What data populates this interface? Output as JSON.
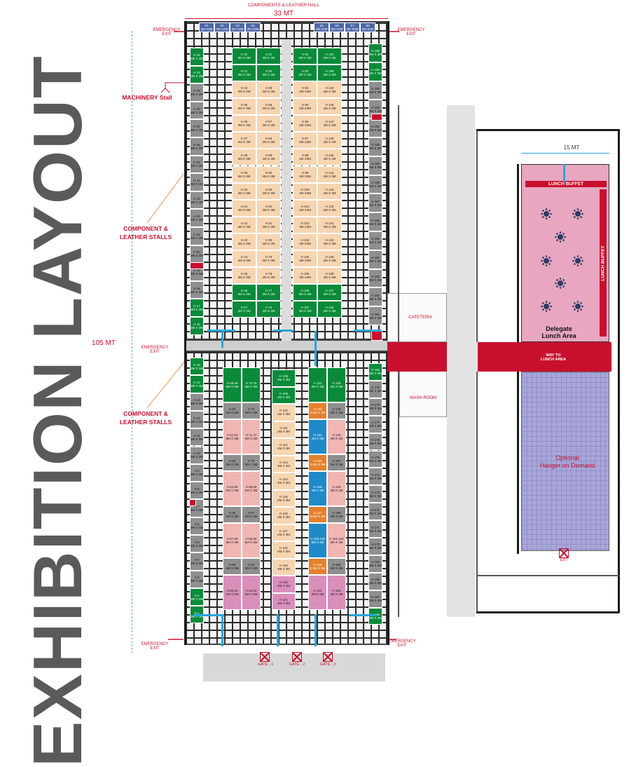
{
  "title": "EXHIBITION LAYOUT",
  "header": {
    "hall_name": "COMPONENTS & LEATHER HALL",
    "width_label": "33 MT"
  },
  "dimensions": {
    "length_label": "105 MT",
    "lunch_width_label": "15 MT"
  },
  "labels": {
    "machinery": "MACHINERY Stall",
    "component_1": "COMPONENT &\nLEATHER STALLS",
    "component_2": "COMPONENT &\nLEATHER STALLS",
    "emergency_exit": "EMERGENCY\nEXIT",
    "cafeteria": "CAFETERIA",
    "wash_room": "WASH ROOM",
    "lunch_buffet_top": "LUNCH BUFFET",
    "lunch_buffet_side": "LUNCH BUFFET",
    "delegate_lunch": "Delegate\nLunch Area",
    "way_to_lunch": "WAY TO\nLUNCH AREA",
    "optional_hanger": "Optional\nHanger on Demand",
    "exit": "EXIT",
    "gate_1": "GATE - 1",
    "gate_2": "GATE - 2",
    "gate_3": "GATE - 3"
  },
  "colors": {
    "accent_red": "#c8102e",
    "stall_green": "#0b8a3a",
    "stall_grey": "#8f8f8f",
    "stall_peach": "#f6d5b0",
    "stall_pink": "#f0b6b4",
    "lunch_pink": "#e8a6c0",
    "hanger_lavender": "#a9a6d9",
    "title_grey": "#5a5a5a"
  },
  "stalls": {
    "top_row": [
      {
        "id": "S1\n3M X2M"
      },
      {
        "id": "S2\n3M X2M"
      },
      {
        "id": "S3\n3M X2M"
      },
      {
        "id": "S4\n3M X2M"
      },
      {
        "id": "S5\n3M X2M"
      },
      {
        "id": "S6\n3M X2M"
      },
      {
        "id": "S7\n3M X2M"
      },
      {
        "id": "S8\n3M X2M"
      }
    ],
    "left_upper": [
      "H 34\n3M X 3M",
      "H 33\n3M X 3M",
      "H 29\n3M X 3M",
      "H 28\n3M X 3M",
      "H 27\n3M X 3M",
      "H 26\n3M X 3M",
      "H 25\n3M X 3M",
      "H 24\n3M X 3M",
      "H 23\n3M X 3M",
      "H 22\n3M X 3M",
      "H 21\n3M X 3M",
      "H 20\n3M X 3M",
      "H 19\n3M X 3M",
      "H 18\n3M X 3M",
      "H 17\n3M X 3M",
      "H 16\n3M X 3M"
    ],
    "left_lower": [
      "H 15\n3M X 3M",
      "H 14\n3M X 3M",
      "H 13\n3M X 3M",
      "H 12\n3M X 3M",
      "H 11\n3M X 3M",
      "H 10\n3M X 3M",
      "H 9\n3M X 3M",
      "H 8\n3M X 3M",
      "H 7\n3M X 3M",
      "H 6\n3M X 3M",
      "H 5\n3M X 3M",
      "H 4\n3M X 3M",
      "H 3\n3M X 3M",
      "H 2\n3M X 3M",
      "H 1\n3M X 3M"
    ],
    "right_upper": [
      "H 196\n3M X 3M",
      "H 195\n3M X 3M",
      "H 193\n3M X 3M",
      "H 192\n3M X 3M",
      "H 191\n3M X 3M",
      "H 190\n3M X 3M",
      "H 189\n3M X 3M",
      "H 188\n3M X 3M",
      "H 187\n3M X 3M",
      "H 186\n3M X 3M",
      "H 185\n3M X 3M",
      "H 184\n3M X 3M",
      "H 183\n3M X 3M",
      "H 182\n3M X 3M",
      "H 181\n3M X 3M"
    ],
    "right_lower": [
      "H 180\n3M X 3M",
      "H 179\n3M X 3M",
      "H 178\n3M X 3M",
      "H 177\n3M X 3M",
      "H 176\n3M X 3M",
      "H 175\n3M X 3M",
      "H 174\n3M X 3M",
      "H 173\n3M X 3M",
      "H 172\n3M X 3M",
      "H 171\n3M X 3M",
      "H 170\n3M X 3M",
      "H 169\n3M X 3M",
      "H 168\n3M X 3M",
      "H 167\n3M X 3M",
      "H 166\n3M X 3M"
    ],
    "upper_block_a_left": [
      "H 32\n3M X 3M",
      "H 31\n3M X 3M",
      "H 34\n4M X 3M",
      "H 35\n4M X 3M",
      "H 36\n4M X 3M",
      "H 37\n4M X 3M",
      "H 38\n4M X 3M",
      "H 39\n4M X 3M",
      "H 40\n4M X 3M",
      "H 41\n4M X 3M",
      "H 42\n4M X 3M",
      "H 43\n4M X 3M",
      "H 44\n4M X 3M",
      "H 45\n4M X 3M",
      "H 46\n3M X 3M",
      "H 47\n3M X 3M"
    ],
    "upper_block_a_right": [
      "H 91\n3M X 3M",
      "H 90\n3M X 3M",
      "H 89\n4M X 3M",
      "H 88\n4M X 3M",
      "H 87\n4M X 3M",
      "H 86\n4M X 3M",
      "H 85\n4M X 3M",
      "H 84\n4M X 3M",
      "H 83\n4M X 3M",
      "H 82\n4M X 3M",
      "H 81\n4M X 3M",
      "H 80\n4M X 3M",
      "H 79\n4M X 3M",
      "H 78\n4M X 3M",
      "H 77\n3M X 3M",
      "H 76\n3M X 3M"
    ],
    "upper_block_b_left": [
      "H 92\n3M X 3M",
      "H 93\n3M X 3M",
      "H 94\n4M X3M",
      "H 95\n4M X3M",
      "H 96\n4M X3M",
      "H 97\n4M X3M",
      "H 98\n4M X3M",
      "H 99\n4M X3M",
      "H 100\n4M X3M",
      "H 101\n4M X3M",
      "H 102\n4M X3M",
      "H 103\n4M X3M",
      "H 104\n4M X3M",
      "H 105\n4M X3M",
      "H 106\n3M X 3M",
      "H 107\n3M X 3M"
    ],
    "upper_block_b_right": [
      "H 151\n3M X 3M",
      "H 150\n3M X 3M",
      "H 149\n4M X 3M",
      "H 148\n4M X 3M",
      "H 147\n4M X 3M",
      "H 146\n4M X 3M",
      "H 145\n4M X 3M",
      "H 144\n4M X 3M",
      "H 143\n4M X 3M",
      "H 142\n4M X 3M",
      "H 141\n4M X 3M",
      "H 140\n4M X 3M",
      "H 139\n4M X 3M",
      "H 138\n4M X 3M",
      "H 137\n3M X 3M",
      "H 136\n3M X 3M"
    ],
    "lower_block_a": [
      {
        "l": "H 48,49\n6M X 3M",
        "r": "H 74,75\n6M X 3M",
        "c": "gr"
      },
      {
        "l": "H 50\n3M X 3M",
        "r": "H 73\n3M X 3M",
        "c": "g"
      },
      {
        "l": "H 51,52\n6M X 3M",
        "r": "H 71,72\n6M X 3M",
        "c": "pk"
      },
      {
        "l": "H 53\n3M X 3M",
        "r": "H 70\n3M X 3M",
        "c": "g"
      },
      {
        "l": "H 54,55\n6M X 3M",
        "r": "H 68,69\n6M X 3M",
        "c": "pk"
      },
      {
        "l": "H 56\n3M X 3M",
        "r": "H 67\n3M X 3M",
        "c": "g"
      },
      {
        "l": "H 57,58\n6M X 3M",
        "r": "H 65,66\n6M X 3M",
        "c": "pk"
      },
      {
        "l": "H 59\n3M X 3M",
        "r": "H 64\n3M X 3M",
        "c": "g"
      },
      {
        "l": "H 60,61\n6M X 3M",
        "r": "H 62,63\n6M X 3M",
        "c": "mv"
      }
    ],
    "lower_block_b": [
      "H 108\n4M X 3M",
      "H 109\n4M X 3M",
      "H 110\n4M X 3M",
      "H 111\n4M X 3M",
      "H 112\n4M X 3M",
      "H 113\n4M X 3M",
      "H 114\n4M X 3M",
      "H 115\n4M X 3M",
      "H 116\n4M X 3M",
      "H 117\n4M X 3M",
      "H 118\n4M X 3M",
      "H 119\n4M X 3M",
      "H 120\n4M X 3M",
      "H 121\n4M X 3M"
    ],
    "lower_block_c": [
      {
        "l": "H 122\n3M X 3M",
        "r": "H 135\n3M X 3M",
        "c": "gr"
      },
      {
        "l": "H 133\n3.5M X 3M",
        "r": "H 134\n3M X 3M",
        "c": "or"
      },
      {
        "l": "H 131\n4M X 3M",
        "r": "H 132\n3M X 3M",
        "c": "bl"
      },
      {
        "l": "H 130\n3.5M X 3M",
        "r": "H 157\n3M X 3M",
        "c": "or"
      },
      {
        "l": "H 128\n4M X 3M",
        "r": "H 129\n3M X 3M",
        "c": "bl"
      },
      {
        "l": "H 127\n3.5M X 3M",
        "r": "H 160\n3M X 3M",
        "c": "or"
      },
      {
        "l": "H 125,126\n6M X 3M",
        "r": "H 161,162\n6M X 3M",
        "c": "bl"
      },
      {
        "l": "H 124\n3.5M X 3M",
        "r": "H 163\n3M X 3M",
        "c": "or"
      },
      {
        "l": "H 123\n3M X 3M",
        "r": "H 164\n3M X 3M",
        "c": "mv"
      }
    ]
  }
}
